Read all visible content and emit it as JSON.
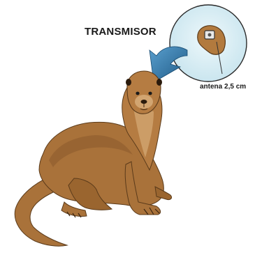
{
  "labels": {
    "transmitter": "TRANSMISOR",
    "antenna": "antena 2,5 cm"
  },
  "icons": [
    "otter-illustration",
    "transmitter-device-icon",
    "pointer-arrow-icon",
    "magnifier-circle-icon"
  ],
  "colors": {
    "otter_body": "#a9723a",
    "otter_shadow": "#8a5a2b",
    "otter_belly": "#d2a571",
    "circle_fill": "#d4ecf3",
    "arrow_dark": "#1f5a86",
    "arrow_light": "#5aa0cf"
  }
}
